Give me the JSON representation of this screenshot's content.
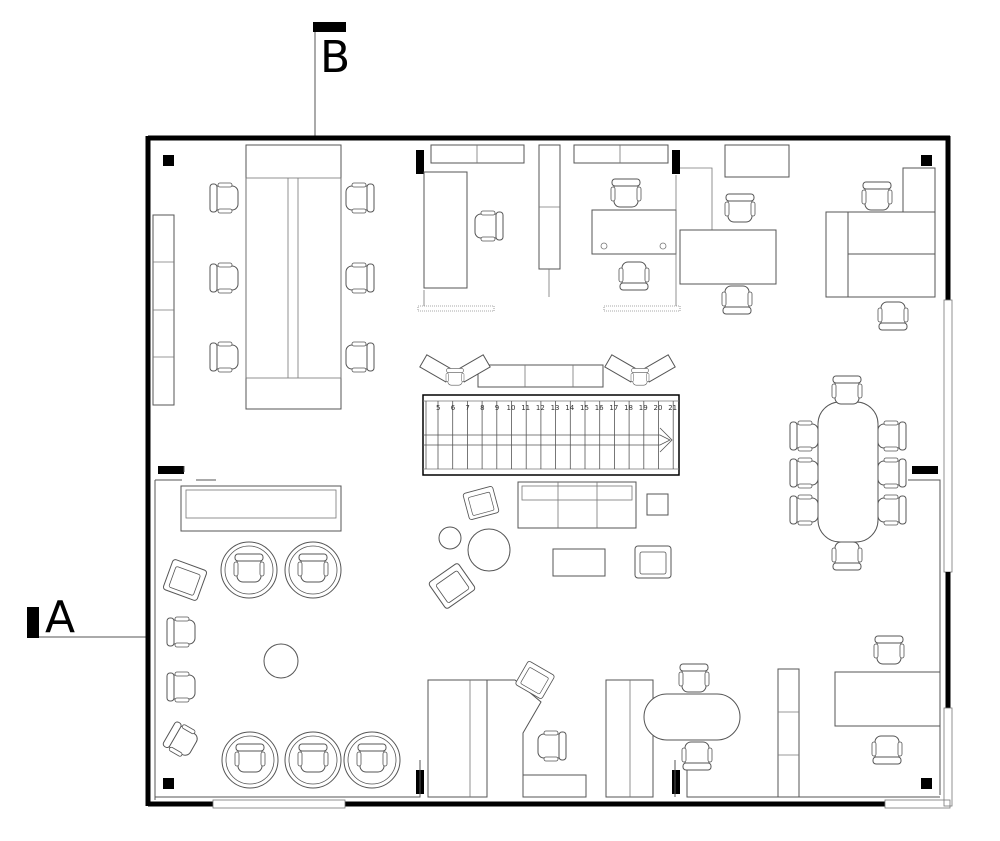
{
  "section_markers": {
    "a": {
      "label": "A"
    },
    "b": {
      "label": "B"
    }
  },
  "stair": {
    "step_numbers": [
      "5",
      "6",
      "7",
      "8",
      "9",
      "10",
      "11",
      "12",
      "13",
      "14",
      "15",
      "16",
      "17",
      "18",
      "19",
      "20",
      "21"
    ]
  },
  "colors": {
    "line": "#555555",
    "wall": "#000000",
    "background": "#ffffff"
  }
}
